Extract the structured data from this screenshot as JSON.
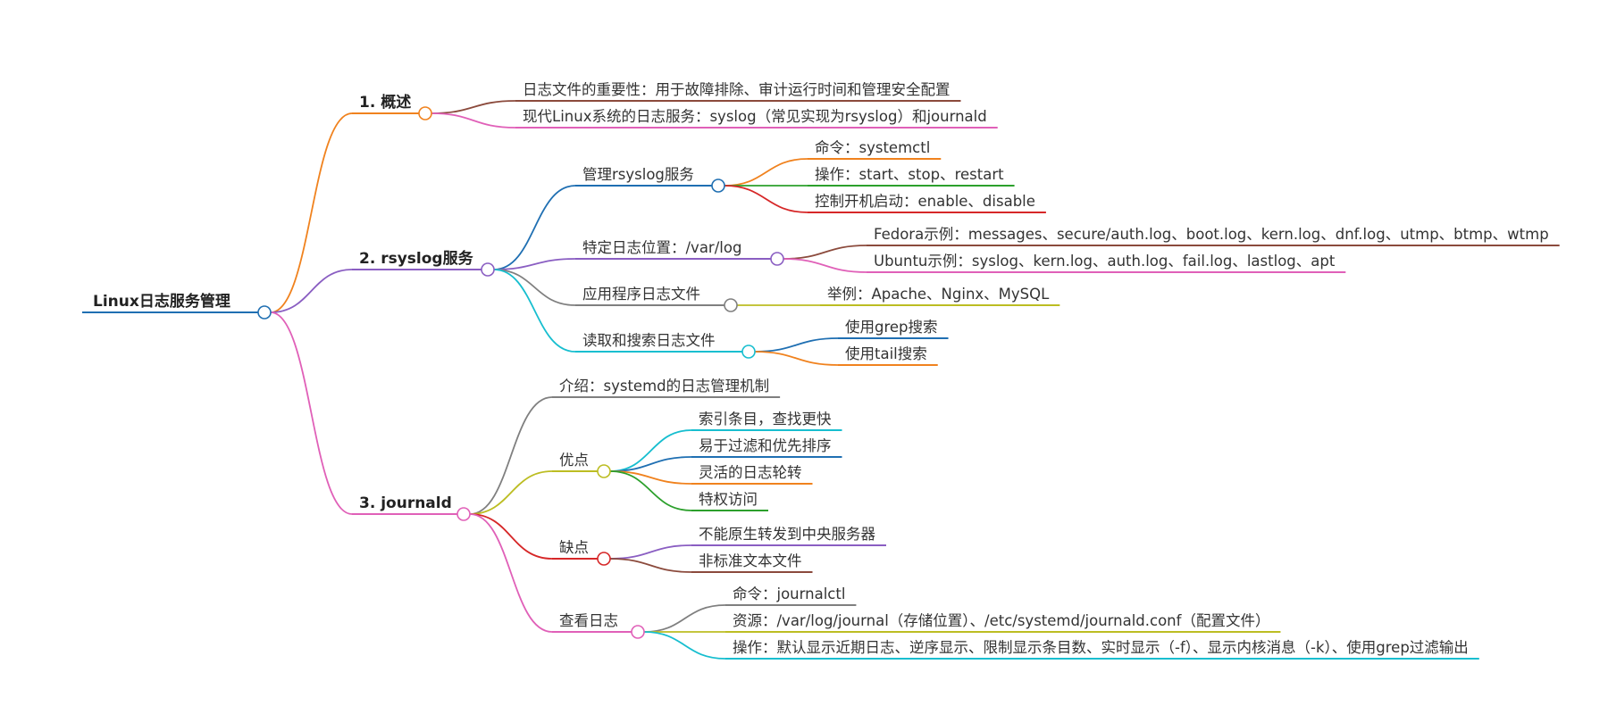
{
  "root": {
    "label": "Linux日志服务管理",
    "color": "#1f6fb2",
    "children": [
      {
        "label": "1. 概述",
        "color": "#f0821e",
        "children": [
          {
            "label": "日志文件的重要性：用于故障排除、审计运行时间和管理安全配置",
            "color": "#8b4a3c"
          },
          {
            "label": "现代Linux系统的日志服务：syslog（常见实现为rsyslog）和journald",
            "color": "#e060b8"
          }
        ]
      },
      {
        "label": "2. rsyslog服务",
        "color": "#8a5ec2",
        "children": [
          {
            "label": "管理rsyslog服务",
            "color": "#1f6fb2",
            "children": [
              {
                "label": "命令：systemctl",
                "color": "#f0821e"
              },
              {
                "label": "操作：start、stop、restart",
                "color": "#2ca02c"
              },
              {
                "label": "控制开机启动：enable、disable",
                "color": "#d62728"
              }
            ]
          },
          {
            "label": "特定日志位置：/var/log",
            "color": "#8a5ec2",
            "children": [
              {
                "label": "Fedora示例：messages、secure/auth.log、boot.log、kern.log、dnf.log、utmp、btmp、wtmp",
                "color": "#8b4a3c"
              },
              {
                "label": "Ubuntu示例：syslog、kern.log、auth.log、fail.log、lastlog、apt",
                "color": "#e060b8"
              }
            ]
          },
          {
            "label": "应用程序日志文件",
            "color": "#7f7f7f",
            "children": [
              {
                "label": "举例：Apache、Nginx、MySQL",
                "color": "#bcbd22"
              }
            ]
          },
          {
            "label": "读取和搜索日志文件",
            "color": "#17becf",
            "children": [
              {
                "label": "使用grep搜索",
                "color": "#1f6fb2"
              },
              {
                "label": "使用tail搜索",
                "color": "#f0821e"
              }
            ]
          }
        ]
      },
      {
        "label": "3. journald",
        "color": "#e060b8",
        "children": [
          {
            "label": "介绍：systemd的日志管理机制",
            "color": "#7f7f7f"
          },
          {
            "label": "优点",
            "color": "#bcbd22",
            "children": [
              {
                "label": "索引条目，查找更快",
                "color": "#17becf"
              },
              {
                "label": "易于过滤和优先排序",
                "color": "#1f6fb2"
              },
              {
                "label": "灵活的日志轮转",
                "color": "#f0821e"
              },
              {
                "label": "特权访问",
                "color": "#2ca02c"
              }
            ]
          },
          {
            "label": "缺点",
            "color": "#d62728",
            "children": [
              {
                "label": "不能原生转发到中央服务器",
                "color": "#8a5ec2"
              },
              {
                "label": "非标准文本文件",
                "color": "#8b4a3c"
              }
            ]
          },
          {
            "label": "查看日志",
            "color": "#e060b8",
            "children": [
              {
                "label": "命令：journalctl",
                "color": "#7f7f7f"
              },
              {
                "label": "资源：/var/log/journal（存储位置）、/etc/systemd/journald.conf（配置文件）",
                "color": "#bcbd22"
              },
              {
                "label": "操作：默认显示近期日志、逆序显示、限制显示条目数、实时显示（-f）、显示内核消息（-k）、使用grep过滤输出",
                "color": "#17becf"
              }
            ]
          }
        ]
      }
    ]
  }
}
